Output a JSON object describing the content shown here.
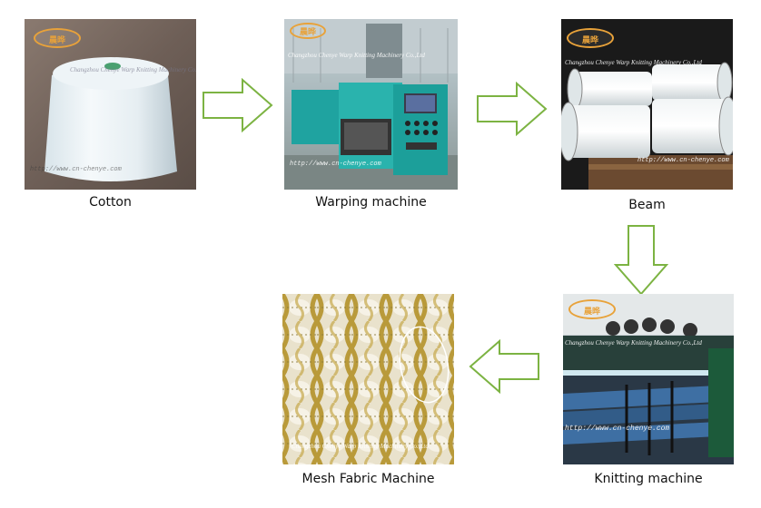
{
  "steps": [
    {
      "caption": "Cotton",
      "icon": "cotton-cone-image"
    },
    {
      "caption": "Warping machine",
      "icon": "warping-machine-image"
    },
    {
      "caption": "Beam",
      "icon": "beam-image"
    },
    {
      "caption": "Knitting machine",
      "icon": "knitting-machine-image"
    },
    {
      "caption": "Mesh Fabric Machine",
      "icon": "mesh-fabric-image"
    }
  ],
  "watermark": {
    "logo_text": "晨晔",
    "company": "Changzhou Chenye Warp Knitting Machinery Co.,Ltd",
    "url": "http://www.cn-chenye.com"
  },
  "arrows": [
    "right",
    "right",
    "down",
    "left"
  ],
  "colors": {
    "arrow_stroke": "#7cb342",
    "logo": "#e8a23a"
  }
}
